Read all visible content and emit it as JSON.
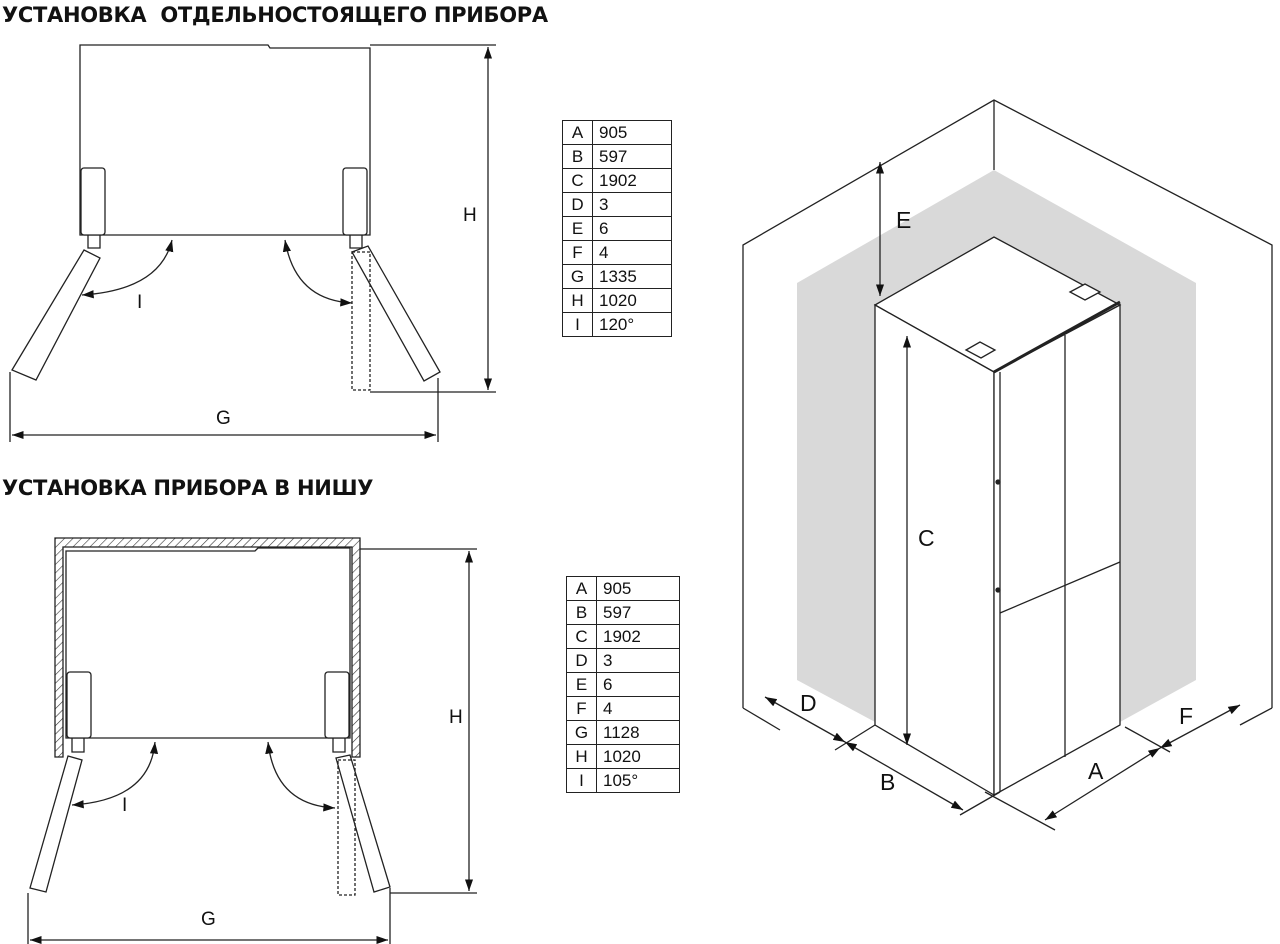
{
  "sections": {
    "freestanding": {
      "title": "УСТАНОВКА  ОТДЕЛЬНОСТОЯЩЕГО ПРИБОРА",
      "labels": {
        "G": "G",
        "H": "H",
        "I": "I"
      },
      "table": [
        {
          "key": "A",
          "value": "905"
        },
        {
          "key": "B",
          "value": "597"
        },
        {
          "key": "C",
          "value": "1902"
        },
        {
          "key": "D",
          "value": "3"
        },
        {
          "key": "E",
          "value": "6"
        },
        {
          "key": "F",
          "value": "4"
        },
        {
          "key": "G",
          "value": "1335"
        },
        {
          "key": "H",
          "value": "1020"
        },
        {
          "key": "I",
          "value": "120°"
        }
      ]
    },
    "niche": {
      "title": "УСТАНОВКА ПРИБОРА В НИШУ",
      "labels": {
        "G": "G",
        "H": "H",
        "I": "I"
      },
      "table": [
        {
          "key": "A",
          "value": "905"
        },
        {
          "key": "B",
          "value": "597"
        },
        {
          "key": "C",
          "value": "1902"
        },
        {
          "key": "D",
          "value": "3"
        },
        {
          "key": "E",
          "value": "6"
        },
        {
          "key": "F",
          "value": "4"
        },
        {
          "key": "G",
          "value": "1128"
        },
        {
          "key": "H",
          "value": "1020"
        },
        {
          "key": "I",
          "value": "105°"
        }
      ]
    }
  },
  "isometric": {
    "labels": {
      "A": "A",
      "B": "B",
      "C": "C",
      "D": "D",
      "E": "E",
      "F": "F"
    }
  }
}
